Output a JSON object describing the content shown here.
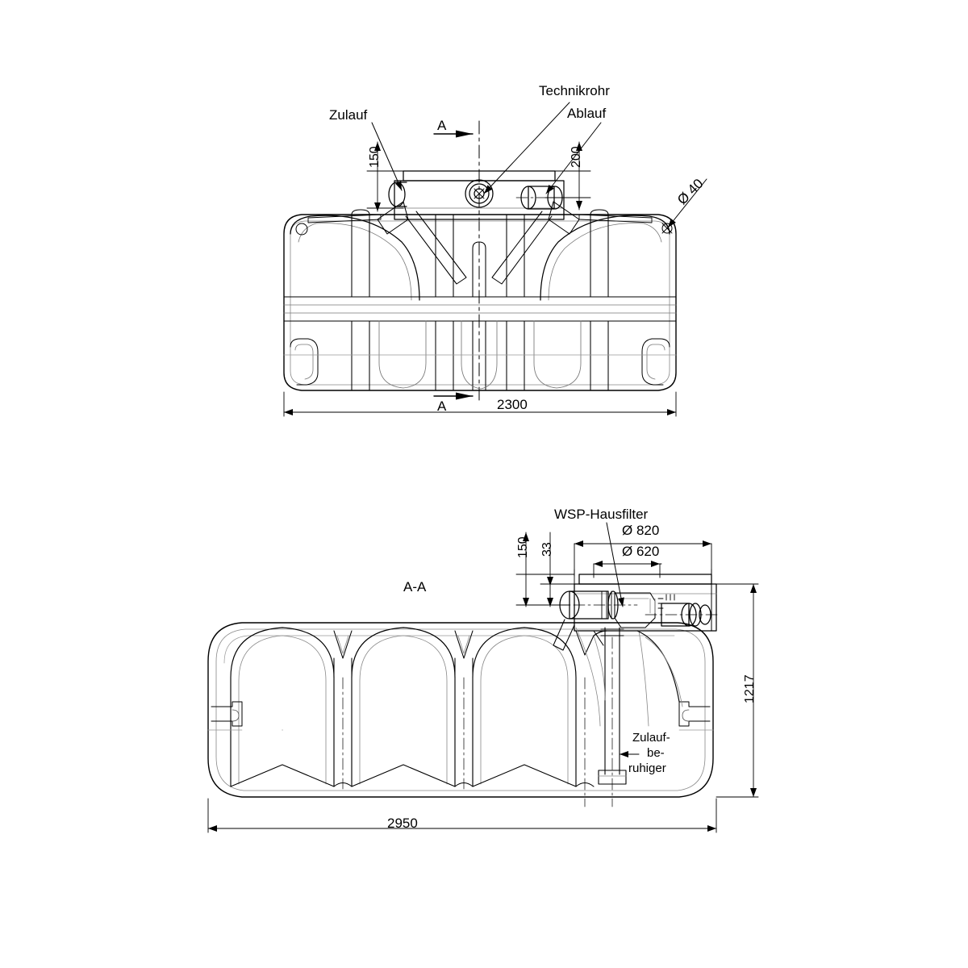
{
  "drawing": {
    "title_semantic": "technical-drawing-rainwater-tank",
    "line_color": "#000000",
    "thin_line_color": "#555555",
    "background": "#ffffff"
  },
  "top_view": {
    "name": "top-view",
    "labels": {
      "zulauf": "Zulauf",
      "technikrohr": "Technikrohr",
      "ablauf": "Ablauf",
      "dia40": "Ø 40",
      "section_arrow_top": "A",
      "section_arrow_bottom": "A"
    },
    "dimensions": {
      "height_150": "150",
      "height_200": "200",
      "width_2300": "2300"
    }
  },
  "section_view": {
    "name": "section-view-a-a",
    "labels": {
      "section_title": "A-A",
      "wsp_hausfilter": "WSP-Hausfilter",
      "zulaufberuhiger_line1": "Zulauf-",
      "zulaufberuhiger_line2": "be-",
      "zulaufberuhiger_line3": "ruhiger"
    },
    "dimensions": {
      "dia_820": "Ø 820",
      "dia_620": "Ø 620",
      "height_150": "150",
      "height_33": "33",
      "height_1217": "1217",
      "width_2950": "2950"
    }
  }
}
